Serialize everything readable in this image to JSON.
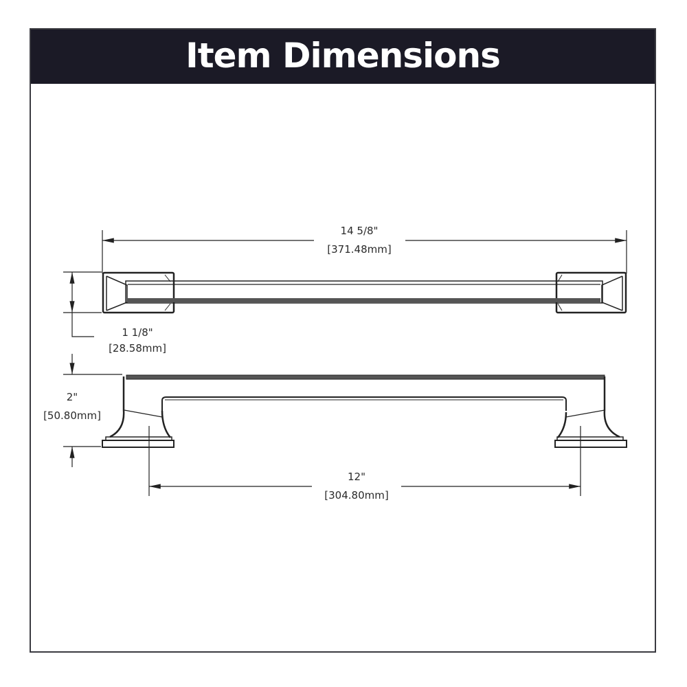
{
  "header": {
    "title": "Item Dimensions",
    "background_color": "#1b1a26",
    "text_color": "#ffffff"
  },
  "diagram": {
    "top_view": {
      "overall_length": {
        "imperial": "14 5/8\"",
        "metric": "[371.48mm]"
      },
      "width": {
        "imperial": "1 1/8\"",
        "metric": "[28.58mm]"
      }
    },
    "side_view": {
      "height": {
        "imperial": "2\"",
        "metric": "[50.80mm]"
      },
      "center_to_center": {
        "imperial": "12\"",
        "metric": "[304.80mm]"
      }
    },
    "line_color": "#222222"
  }
}
